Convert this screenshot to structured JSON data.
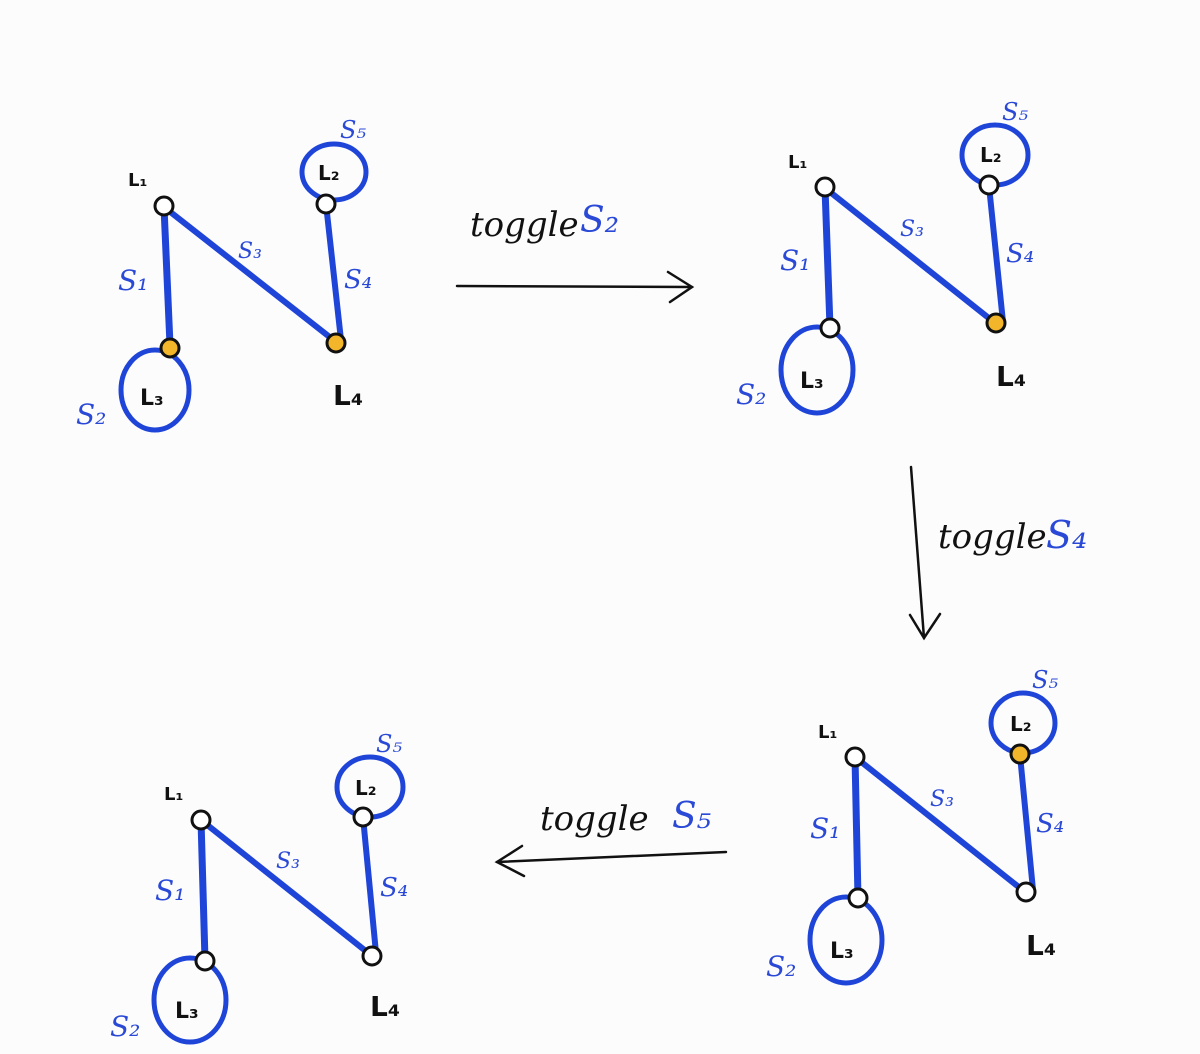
{
  "colors": {
    "edge": "#1f45d8",
    "ring": "#1f45d8",
    "node_off": "#ffffff",
    "node_on": "#f3b52a",
    "stroke": "#111111",
    "switch_label": "#2a49d6",
    "background": "#fcfcfd"
  },
  "panels": [
    {
      "id": "top-left",
      "nodes": [
        {
          "label": "L1",
          "text": "L₁"
        },
        {
          "label": "L2",
          "text": "L₂"
        },
        {
          "label": "L3",
          "text": "L₃"
        },
        {
          "label": "L4",
          "text": "L₄"
        }
      ],
      "edges": [
        {
          "label": "S1",
          "text": "S₁"
        },
        {
          "label": "S3",
          "text": "S₃"
        },
        {
          "label": "S4",
          "text": "S₄"
        }
      ],
      "rings": [
        {
          "label": "S2",
          "text": "S₂"
        },
        {
          "label": "S5",
          "text": "S₅"
        }
      ],
      "lit_ports": [
        "s1-bottom",
        "s3-right",
        "s4-bottom"
      ]
    },
    {
      "id": "top-right",
      "nodes": [
        {
          "label": "L1",
          "text": "L₁"
        },
        {
          "label": "L2",
          "text": "L₂"
        },
        {
          "label": "L3",
          "text": "L₃"
        },
        {
          "label": "L4",
          "text": "L₄"
        }
      ],
      "edges": [
        {
          "label": "S1",
          "text": "S₁"
        },
        {
          "label": "S3",
          "text": "S₃"
        },
        {
          "label": "S4",
          "text": "S₄"
        }
      ],
      "rings": [
        {
          "label": "S2",
          "text": "S₂"
        },
        {
          "label": "S5",
          "text": "S₅"
        }
      ],
      "lit_ports": [
        "s3-right",
        "s4-bottom"
      ]
    },
    {
      "id": "bottom-right",
      "nodes": [
        {
          "label": "L1",
          "text": "L₁"
        },
        {
          "label": "L2",
          "text": "L₂"
        },
        {
          "label": "L3",
          "text": "L₃"
        },
        {
          "label": "L4",
          "text": "L₄"
        }
      ],
      "edges": [
        {
          "label": "S1",
          "text": "S₁"
        },
        {
          "label": "S3",
          "text": "S₃"
        },
        {
          "label": "S4",
          "text": "S₄"
        }
      ],
      "rings": [
        {
          "label": "S2",
          "text": "S₂"
        },
        {
          "label": "S5",
          "text": "S₅"
        }
      ],
      "lit_ports": [
        "s4-top"
      ]
    },
    {
      "id": "bottom-left",
      "nodes": [
        {
          "label": "L1",
          "text": "L₁"
        },
        {
          "label": "L2",
          "text": "L₂"
        },
        {
          "label": "L3",
          "text": "L₃"
        },
        {
          "label": "L4",
          "text": "L₄"
        }
      ],
      "edges": [
        {
          "label": "S1",
          "text": "S₁"
        },
        {
          "label": "S3",
          "text": "S₃"
        },
        {
          "label": "S4",
          "text": "S₄"
        }
      ],
      "rings": [
        {
          "label": "S2",
          "text": "S₂"
        },
        {
          "label": "S5",
          "text": "S₅"
        }
      ],
      "lit_ports": []
    }
  ],
  "transitions": [
    {
      "word": "toggle",
      "switch": "S₂"
    },
    {
      "word": "toggle",
      "switch": "S₄"
    },
    {
      "word": "toggle",
      "switch": "S₅"
    }
  ]
}
